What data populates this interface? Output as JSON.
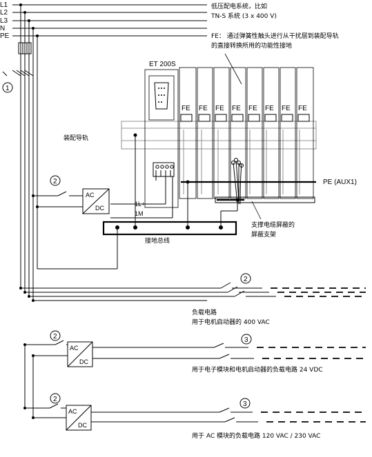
{
  "bus_labels": [
    "L1",
    "L2",
    "L3",
    "N",
    "PE"
  ],
  "annotations": {
    "network_title": "低压配电系统，比如",
    "network_spec": "TN-S 系统 (3 x 400 V)",
    "fe_note_line1": "FE： 通过弹簧性触头进行从干扰层到装配导轨",
    "fe_note_line2": "的直接转换所用的功能性接地",
    "station": "ET 200S",
    "rail": "装配导轨",
    "pe_aux": "PE (AUX1)",
    "l1_plus": "1L+",
    "m1": "1M",
    "ground_bus": "接地总线",
    "shield_line1": "支撑电缆屏蔽的",
    "shield_line2": "屏蔽支架",
    "load1_line1": "负载电路",
    "load1_line2": "用于电机启动器的 400 VAC",
    "load2": "用于电子模块和电机启动器的负载电路 24 VDC",
    "load3": "用于 AC 模块的负载电路 120 VAC / 230 VAC"
  },
  "module_labels": [
    "FE",
    "FE",
    "FE",
    "FE",
    "FE",
    "FE",
    "FE",
    "FE"
  ],
  "converter": {
    "ac": "AC",
    "dc": "DC"
  },
  "callouts": {
    "c1": "1",
    "c2": "2",
    "c3": "3"
  }
}
